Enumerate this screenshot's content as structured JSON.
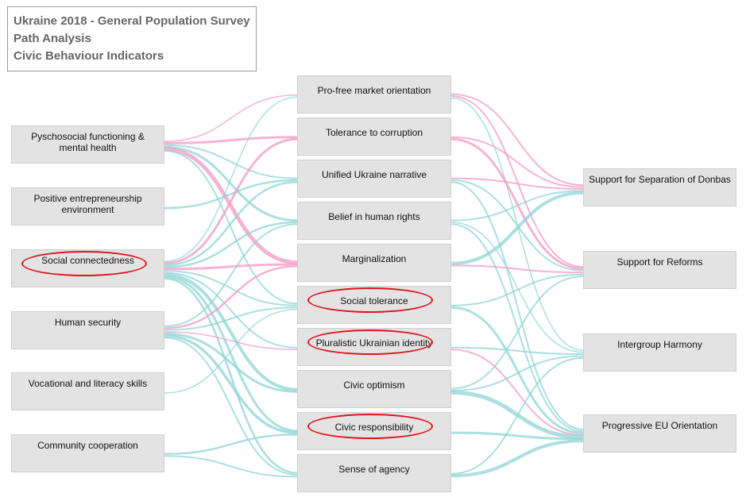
{
  "title": {
    "line1": "Ukraine 2018 - General Population Survey",
    "line2": "Path Analysis",
    "line3": "Civic Behaviour Indicators"
  },
  "colors": {
    "positive_flow": "#8fd4d6",
    "negative_flow": "#f29ac6",
    "node_fill": "#e3e3e3",
    "highlight": "#e0141e",
    "title_text": "#666666"
  },
  "nodes": {
    "left": [
      {
        "id": "psych",
        "label": "Pyschosocial functioning & mental health"
      },
      {
        "id": "entre",
        "label": "Positive entrepreneurship environment"
      },
      {
        "id": "social",
        "label": "Social connectedness"
      },
      {
        "id": "human",
        "label": "Human security"
      },
      {
        "id": "voc",
        "label": "Vocational and literacy skills"
      },
      {
        "id": "comm",
        "label": "Community cooperation"
      }
    ],
    "middle": [
      {
        "id": "profree",
        "label": "Pro-free market orientation"
      },
      {
        "id": "tolcor",
        "label": "Tolerance to corruption"
      },
      {
        "id": "unified",
        "label": "Unified Ukraine narrative"
      },
      {
        "id": "belief",
        "label": "Belief in human rights"
      },
      {
        "id": "margin",
        "label": "Marginalization"
      },
      {
        "id": "soctol",
        "label": "Social tolerance"
      },
      {
        "id": "plural",
        "label": "Pluralistic Ukrainian identity"
      },
      {
        "id": "optim",
        "label": "Civic optimism"
      },
      {
        "id": "resp",
        "label": "Civic responsibility"
      },
      {
        "id": "agency",
        "label": "Sense of agency"
      }
    ],
    "right": [
      {
        "id": "sep",
        "label": "Support for Separation of Donbas"
      },
      {
        "id": "reform",
        "label": "Support for Reforms"
      },
      {
        "id": "harm",
        "label": "Intergroup Harmony"
      },
      {
        "id": "eu",
        "label": "Progressive EU Orientation"
      }
    ]
  },
  "highlighted": [
    "social",
    "soctol",
    "plural",
    "resp"
  ],
  "links": [
    {
      "s": "psych",
      "t": "profree",
      "sign": "neg",
      "w": 1.5
    },
    {
      "s": "psych",
      "t": "tolcor",
      "sign": "neg",
      "w": 3
    },
    {
      "s": "psych",
      "t": "unified",
      "sign": "pos",
      "w": 2
    },
    {
      "s": "psych",
      "t": "belief",
      "sign": "pos",
      "w": 3
    },
    {
      "s": "psych",
      "t": "margin",
      "sign": "neg",
      "w": 5
    },
    {
      "s": "psych",
      "t": "soctol",
      "sign": "pos",
      "w": 2
    },
    {
      "s": "entre",
      "t": "unified",
      "sign": "pos",
      "w": 2.5
    },
    {
      "s": "social",
      "t": "profree",
      "sign": "pos",
      "w": 1.5
    },
    {
      "s": "social",
      "t": "tolcor",
      "sign": "neg",
      "w": 3
    },
    {
      "s": "social",
      "t": "unified",
      "sign": "pos",
      "w": 2.5
    },
    {
      "s": "social",
      "t": "belief",
      "sign": "pos",
      "w": 2.5
    },
    {
      "s": "social",
      "t": "margin",
      "sign": "neg",
      "w": 3
    },
    {
      "s": "social",
      "t": "soctol",
      "sign": "pos",
      "w": 2
    },
    {
      "s": "social",
      "t": "plural",
      "sign": "pos",
      "w": 2
    },
    {
      "s": "social",
      "t": "optim",
      "sign": "pos",
      "w": 4
    },
    {
      "s": "social",
      "t": "resp",
      "sign": "pos",
      "w": 3
    },
    {
      "s": "social",
      "t": "agency",
      "sign": "pos",
      "w": 2.5
    },
    {
      "s": "human",
      "t": "belief",
      "sign": "pos",
      "w": 2
    },
    {
      "s": "human",
      "t": "margin",
      "sign": "neg",
      "w": 2.5
    },
    {
      "s": "human",
      "t": "soctol",
      "sign": "pos",
      "w": 2
    },
    {
      "s": "human",
      "t": "plural",
      "sign": "neg",
      "w": 1.5
    },
    {
      "s": "human",
      "t": "optim",
      "sign": "pos",
      "w": 3
    },
    {
      "s": "human",
      "t": "resp",
      "sign": "pos",
      "w": 3.5
    },
    {
      "s": "human",
      "t": "agency",
      "sign": "pos",
      "w": 2
    },
    {
      "s": "voc",
      "t": "soctol",
      "sign": "pos",
      "w": 1.5
    },
    {
      "s": "comm",
      "t": "resp",
      "sign": "pos",
      "w": 2.5
    },
    {
      "s": "comm",
      "t": "agency",
      "sign": "pos",
      "w": 2
    },
    {
      "s": "profree",
      "t": "sep",
      "sign": "neg",
      "w": 2
    },
    {
      "s": "profree",
      "t": "reform",
      "sign": "neg",
      "w": 2
    },
    {
      "s": "profree",
      "t": "harm",
      "sign": "pos",
      "w": 1.5
    },
    {
      "s": "tolcor",
      "t": "sep",
      "sign": "neg",
      "w": 2
    },
    {
      "s": "tolcor",
      "t": "reform",
      "sign": "neg",
      "w": 3
    },
    {
      "s": "unified",
      "t": "sep",
      "sign": "neg",
      "w": 2
    },
    {
      "s": "unified",
      "t": "reform",
      "sign": "pos",
      "w": 2
    },
    {
      "s": "unified",
      "t": "eu",
      "sign": "pos",
      "w": 2
    },
    {
      "s": "belief",
      "t": "sep",
      "sign": "pos",
      "w": 2
    },
    {
      "s": "belief",
      "t": "harm",
      "sign": "pos",
      "w": 1.5
    },
    {
      "s": "belief",
      "t": "eu",
      "sign": "pos",
      "w": 2
    },
    {
      "s": "margin",
      "t": "sep",
      "sign": "pos",
      "w": 4
    },
    {
      "s": "margin",
      "t": "reform",
      "sign": "neg",
      "w": 2
    },
    {
      "s": "soctol",
      "t": "reform",
      "sign": "pos",
      "w": 2
    },
    {
      "s": "soctol",
      "t": "eu",
      "sign": "pos",
      "w": 3
    },
    {
      "s": "plural",
      "t": "harm",
      "sign": "pos",
      "w": 2
    },
    {
      "s": "plural",
      "t": "eu",
      "sign": "neg",
      "w": 2
    },
    {
      "s": "optim",
      "t": "reform",
      "sign": "pos",
      "w": 2
    },
    {
      "s": "optim",
      "t": "harm",
      "sign": "pos",
      "w": 2
    },
    {
      "s": "optim",
      "t": "eu",
      "sign": "pos",
      "w": 5
    },
    {
      "s": "resp",
      "t": "eu",
      "sign": "pos",
      "w": 3
    },
    {
      "s": "agency",
      "t": "harm",
      "sign": "pos",
      "w": 2
    },
    {
      "s": "agency",
      "t": "eu",
      "sign": "pos",
      "w": 4
    }
  ]
}
